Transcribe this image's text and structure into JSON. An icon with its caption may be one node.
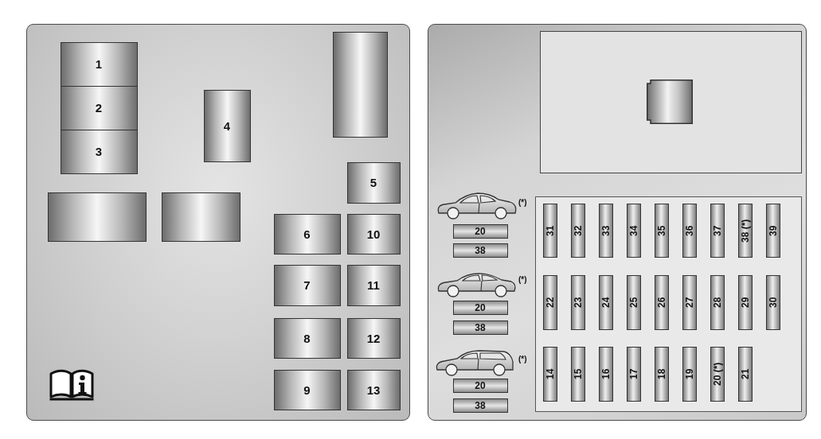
{
  "diagram": {
    "nodes": [
      {
        "text": [],
        "shape": "box"
      },
      {
        "text": [
          "1"
        ],
        "in": 0
      },
      {
        "text": [
          "2"
        ],
        "in": 0
      },
      {
        "text": [
          "3"
        ],
        "in": 0
      },
      {
        "text": [
          "4"
        ],
        "in": 0
      },
      {
        "text": [],
        "shape": "box",
        "in": 0
      },
      {
        "text": [],
        "shape": "box",
        "in": 0
      },
      {
        "text": [],
        "shape": "box",
        "in": 0
      },
      {
        "text": [
          "5"
        ],
        "in": 0
      },
      {
        "text": [
          "6"
        ],
        "in": 0
      },
      {
        "text": [
          "10"
        ],
        "in": 0
      },
      {
        "text": [
          "7"
        ],
        "in": 0
      },
      {
        "text": [
          "11"
        ],
        "in": 0
      },
      {
        "text": [
          "8"
        ],
        "in": 0
      },
      {
        "text": [
          "12"
        ],
        "in": 0
      },
      {
        "text": [
          "9"
        ],
        "in": 0
      },
      {
        "text": [
          "13"
        ],
        "in": 0
      },
      {
        "text": [],
        "shape": "box"
      },
      {
        "text": [],
        "shape": "box",
        "in": 17
      },
      {
        "text": [],
        "shape": "box",
        "in": 18
      },
      {
        "text": [
          "20"
        ],
        "in": 17
      },
      {
        "text": [
          "38"
        ],
        "in": 17
      },
      {
        "text": [
          "20"
        ],
        "in": 17
      },
      {
        "text": [
          "38"
        ],
        "in": 17
      },
      {
        "text": [
          "20"
        ],
        "in": 17
      },
      {
        "text": [
          "38"
        ],
        "in": 17
      },
      {
        "text": [],
        "shape": "box",
        "in": 17
      },
      {
        "text": [
          "31"
        ],
        "in": 26
      },
      {
        "text": [
          "32"
        ],
        "in": 26
      },
      {
        "text": [
          "33"
        ],
        "in": 26
      },
      {
        "text": [
          "34"
        ],
        "in": 26
      },
      {
        "text": [
          "35"
        ],
        "in": 26
      },
      {
        "text": [
          "36"
        ],
        "in": 26
      },
      {
        "text": [
          "37"
        ],
        "in": 26
      },
      {
        "text": [
          "38 (*)"
        ],
        "in": 26
      },
      {
        "text": [
          "39"
        ],
        "in": 26
      },
      {
        "text": [
          "22"
        ],
        "in": 26
      },
      {
        "text": [
          "23"
        ],
        "in": 26
      },
      {
        "text": [
          "24"
        ],
        "in": 26
      },
      {
        "text": [
          "25"
        ],
        "in": 26
      },
      {
        "text": [
          "26"
        ],
        "in": 26
      },
      {
        "text": [
          "27"
        ],
        "in": 26
      },
      {
        "text": [
          "28"
        ],
        "in": 26
      },
      {
        "text": [
          "29"
        ],
        "in": 26
      },
      {
        "text": [
          "30"
        ],
        "in": 26
      },
      {
        "text": [
          "14"
        ],
        "in": 26
      },
      {
        "text": [
          "15"
        ],
        "in": 26
      },
      {
        "text": [
          "16"
        ],
        "in": 26
      },
      {
        "text": [
          "17"
        ],
        "in": 26
      },
      {
        "text": [
          "18"
        ],
        "in": 26
      },
      {
        "text": [
          "19"
        ],
        "in": 26
      },
      {
        "text": [
          "20 (*)"
        ],
        "in": 26
      },
      {
        "text": [
          "21"
        ],
        "in": 26
      }
    ],
    "labels": [
      "(*)",
      "(*)",
      "(*)"
    ]
  }
}
